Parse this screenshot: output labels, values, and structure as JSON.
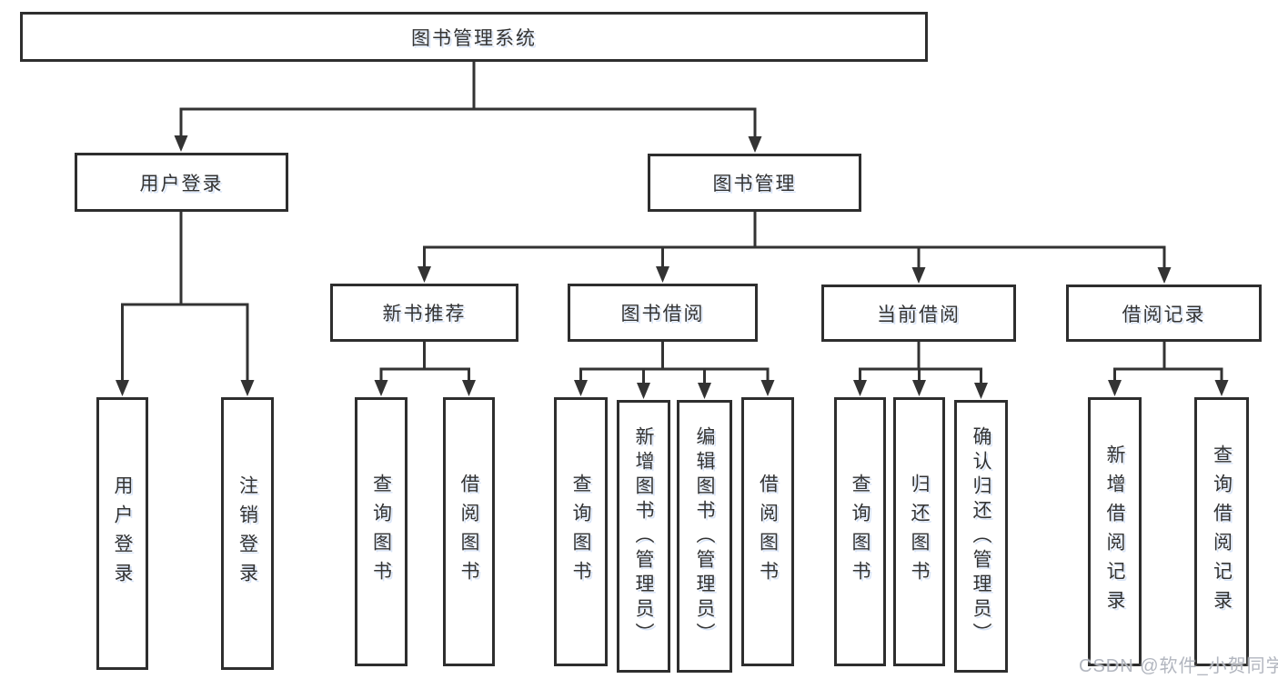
{
  "diagram": {
    "title": "图书管理系统",
    "colors": {
      "line": "#333333",
      "text": "#333333",
      "box_bg": "#ffffff",
      "watermark": "#b2b6bf"
    },
    "root": {
      "label": "图书管理系统"
    },
    "login": {
      "label": "用户登录",
      "children": [
        {
          "label": "用户登录"
        },
        {
          "label": "注销登录"
        }
      ]
    },
    "management": {
      "label": "图书管理",
      "groups": [
        {
          "label": "新书推荐",
          "children": [
            {
              "label": "查询图书"
            },
            {
              "label": "借阅图书"
            }
          ]
        },
        {
          "label": "图书借阅",
          "children": [
            {
              "label": "查询图书"
            },
            {
              "label": "新增图书（管理员）"
            },
            {
              "label": "编辑图书（管理员）"
            },
            {
              "label": "借阅图书"
            }
          ]
        },
        {
          "label": "当前借阅",
          "children": [
            {
              "label": "查询图书"
            },
            {
              "label": "归还图书"
            },
            {
              "label": "确认归还（管理员）"
            }
          ]
        },
        {
          "label": "借阅记录",
          "children": [
            {
              "label": "新增借阅记录"
            },
            {
              "label": "查询借阅记录"
            }
          ]
        }
      ]
    }
  },
  "watermark": {
    "text": "CSDN @软件_小贺同学"
  }
}
